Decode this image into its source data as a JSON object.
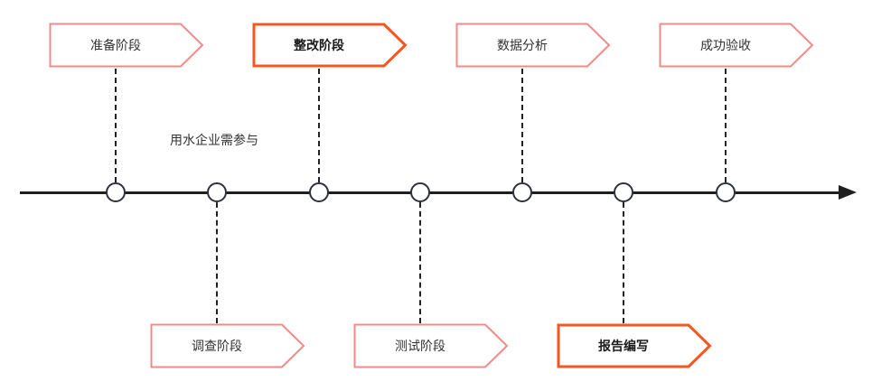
{
  "diagram": {
    "type": "timeline-flowchart",
    "annotation": "用水企业需参与",
    "node_count": 7,
    "colors": {
      "pink_border": "#f38a8a",
      "orange_border": "#f7571f",
      "axis_line": "#1f1f1f",
      "node_border": "#2e333b",
      "node_fill": "#ffffff",
      "label_text": "#333333",
      "emphasis_text": "#1a1a1a"
    },
    "phases": [
      {
        "label": "准备阶段",
        "position": "top",
        "emphasis": false
      },
      {
        "label": "调查阶段",
        "position": "bottom",
        "emphasis": false
      },
      {
        "label": "整改阶段",
        "position": "top",
        "emphasis": true
      },
      {
        "label": "测试阶段",
        "position": "bottom",
        "emphasis": false
      },
      {
        "label": "数据分析",
        "position": "top",
        "emphasis": false
      },
      {
        "label": "报告编写",
        "position": "bottom",
        "emphasis": true
      },
      {
        "label": "成功验收",
        "position": "top",
        "emphasis": false
      }
    ]
  }
}
